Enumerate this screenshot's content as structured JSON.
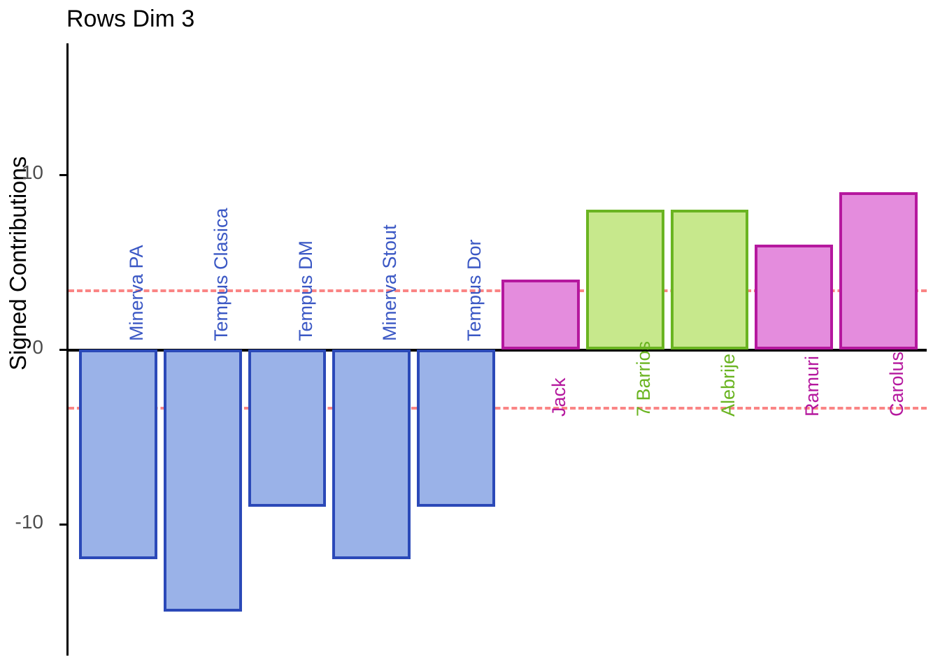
{
  "chart_data": {
    "type": "bar",
    "title": "Rows Dim 3",
    "xlabel": "",
    "ylabel": "Signed Contributions",
    "categories": [
      "Minerva PA",
      "Tempus Clasica",
      "Tempus DM",
      "Minerva Stout",
      "Tempus Dor",
      "Jack",
      "7 Barrios",
      "Alebrije",
      "Ramuri",
      "Carolus"
    ],
    "values": [
      -12,
      -15,
      -9,
      -12,
      -9,
      4,
      8,
      8,
      6,
      9
    ],
    "bar_colors": [
      "blue",
      "blue",
      "blue",
      "blue",
      "blue",
      "magenta",
      "green",
      "green",
      "magenta",
      "magenta"
    ],
    "ylim": [
      -17.5,
      17.5
    ],
    "yticks": [
      10,
      0,
      -10
    ],
    "ytick_labels": [
      "10",
      "0",
      "-10"
    ],
    "grid": false,
    "legend": "none",
    "reference_lines": [
      {
        "value": 3.35,
        "style": "dashed",
        "color": "#fa8585"
      },
      {
        "value": -3.35,
        "style": "dashed",
        "color": "#fa8585"
      }
    ],
    "zero_line": {
      "value": 0,
      "color": "#000000"
    },
    "palette": {
      "blue_fill": "#9ab2e8",
      "blue_stroke": "#2b49b8",
      "blue_text": "#3a57c4",
      "green_fill": "#c7e88c",
      "green_stroke": "#6ab421",
      "green_text": "#6ab421",
      "magenta_fill": "#e48cdd",
      "magenta_stroke": "#b5189e",
      "magenta_text": "#b5189e",
      "reference_line": "#fa8585",
      "axis": "#000000",
      "tick_label": "#4d4d4d"
    }
  }
}
